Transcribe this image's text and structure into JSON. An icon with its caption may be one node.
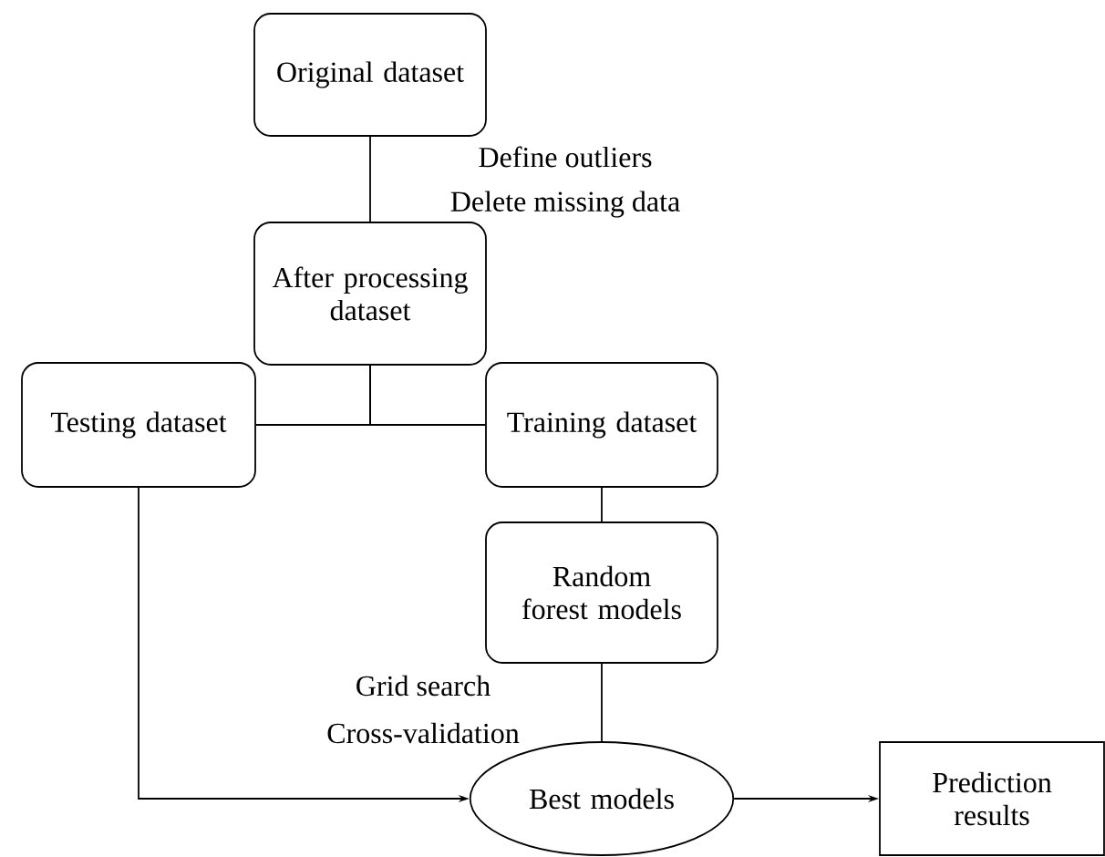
{
  "diagram": {
    "nodes": [
      {
        "text": [
          "Original dataset"
        ]
      },
      {
        "text": [
          "After processing dataset"
        ]
      },
      {
        "text": [
          "Testing dataset"
        ]
      },
      {
        "text": [
          "Training dataset"
        ]
      },
      {
        "text": [
          "Random forest models"
        ]
      },
      {
        "text": [
          "Best models"
        ]
      },
      {
        "text": [
          "Prediction results"
        ]
      }
    ],
    "edges": [
      {
        "from": 0,
        "to": 1,
        "arrow": "none"
      },
      {
        "from": 1,
        "to": 2,
        "arrow": "none"
      },
      {
        "from": 1,
        "to": 3,
        "arrow": "none"
      },
      {
        "from": 3,
        "to": 4,
        "arrow": "none"
      },
      {
        "from": 4,
        "to": 5,
        "arrow": "none"
      },
      {
        "from": 2,
        "to": 5,
        "arrow": "to"
      },
      {
        "from": 5,
        "to": 6,
        "arrow": "to"
      }
    ],
    "labels": [
      "Define outliers",
      "Delete missing data",
      "Grid search",
      "Cross-validation"
    ]
  }
}
